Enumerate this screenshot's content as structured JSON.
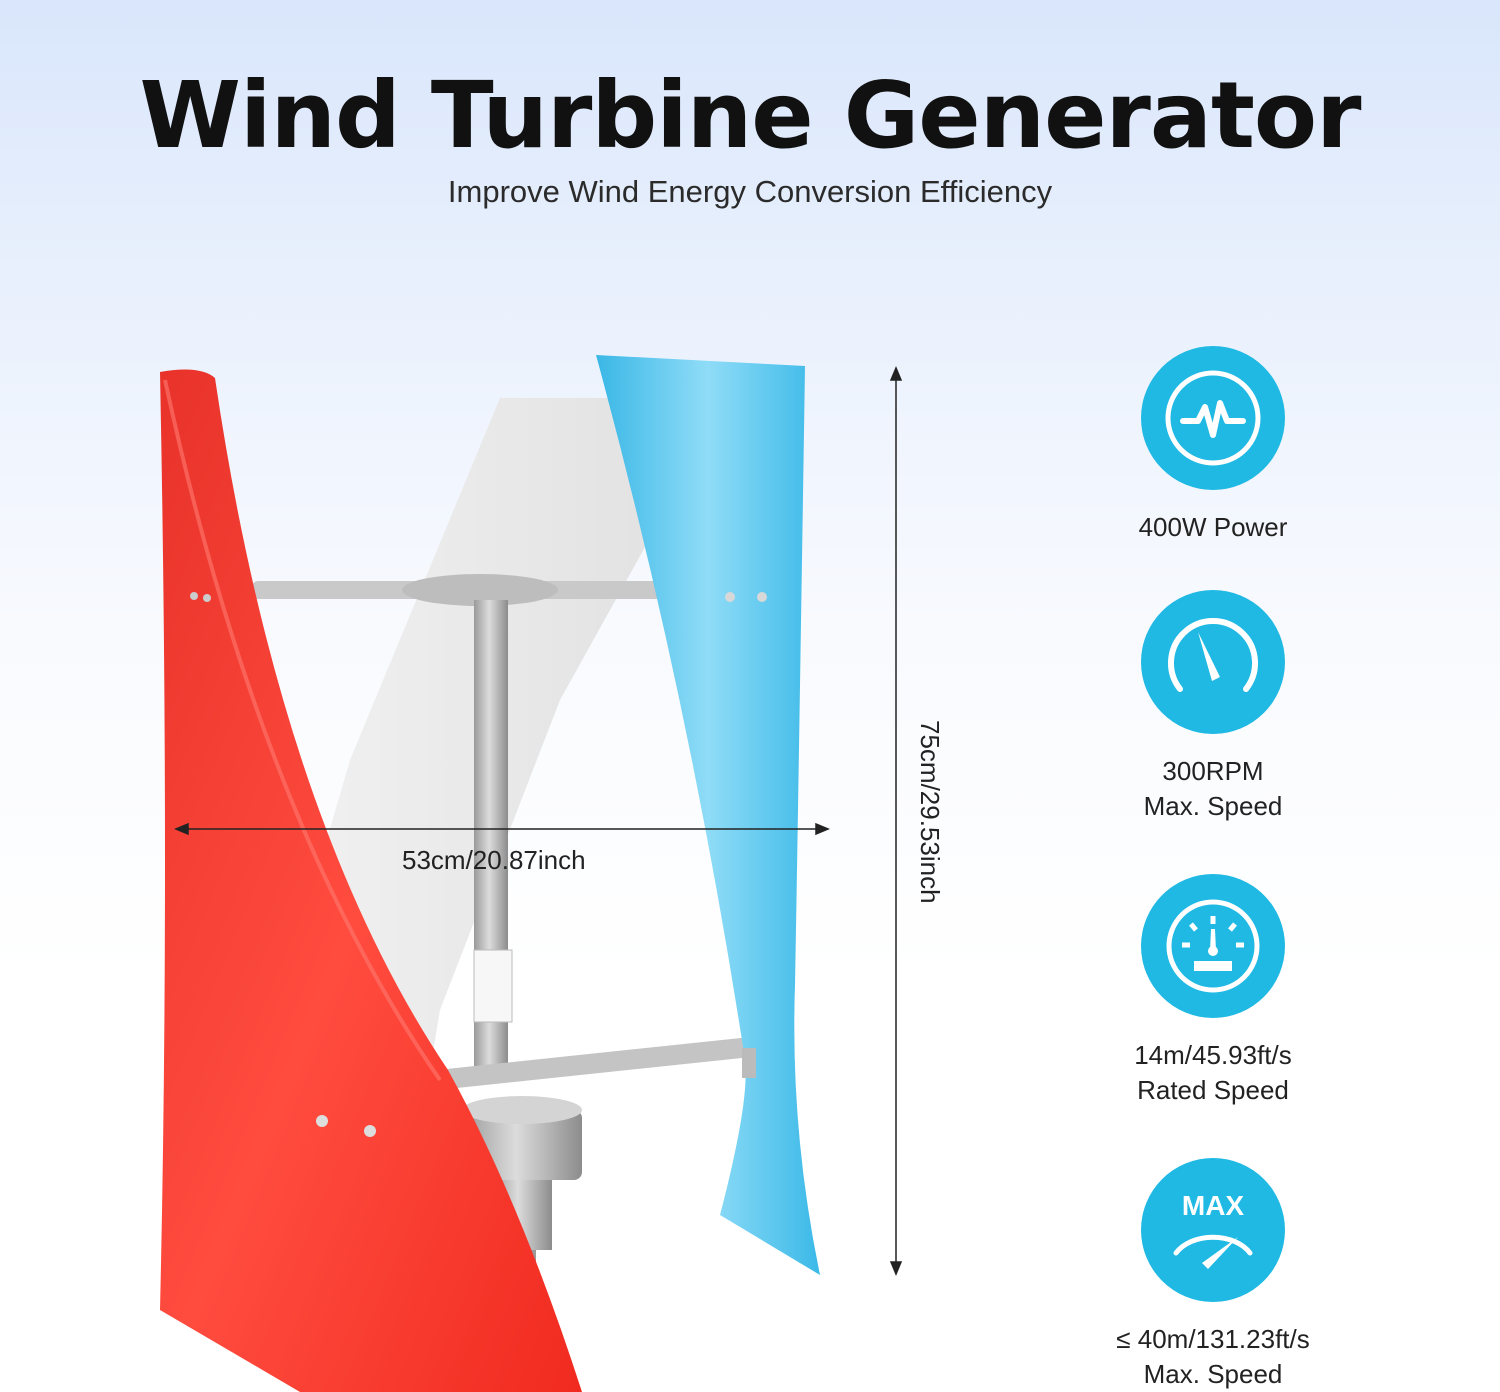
{
  "header": {
    "title": "Wind Turbine Generator",
    "subtitle": "Improve Wind Energy Conversion Efficiency"
  },
  "dimensions": {
    "width_label": "53cm/20.87inch",
    "height_label": "75cm/29.53inch"
  },
  "colors": {
    "accent": "#1fb9e4",
    "blade_red": "#f0342b",
    "blade_blue": "#41c0ec",
    "blade_white": "#eeeeee"
  },
  "features": [
    {
      "icon": "pulse-icon",
      "line1": "400W Power",
      "line2": ""
    },
    {
      "icon": "speedometer-icon",
      "line1": "300RPM",
      "line2": "Max. Speed"
    },
    {
      "icon": "dashboard-gauge-icon",
      "line1": "14m/45.93ft/s",
      "line2": "Rated Speed"
    },
    {
      "icon": "max-gauge-icon",
      "icon_text": "MAX",
      "line1": "≤ 40m/131.23ft/s",
      "line2": "Max. Speed"
    }
  ]
}
